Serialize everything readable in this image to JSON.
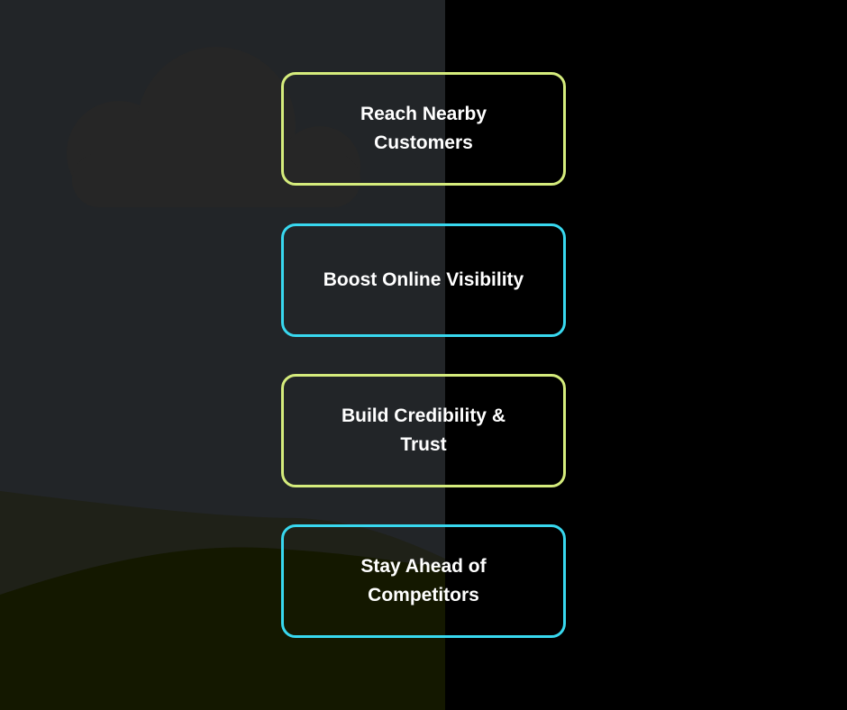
{
  "cards": [
    {
      "label": "Reach Nearby Customers",
      "color": "#d5ec7c"
    },
    {
      "label": "Boost Online Visibility",
      "color": "#38d8ef"
    },
    {
      "label": "Build Credibility & Trust",
      "color": "#d5ec7c"
    },
    {
      "label": "Stay Ahead of Competitors",
      "color": "#38d8ef"
    }
  ]
}
